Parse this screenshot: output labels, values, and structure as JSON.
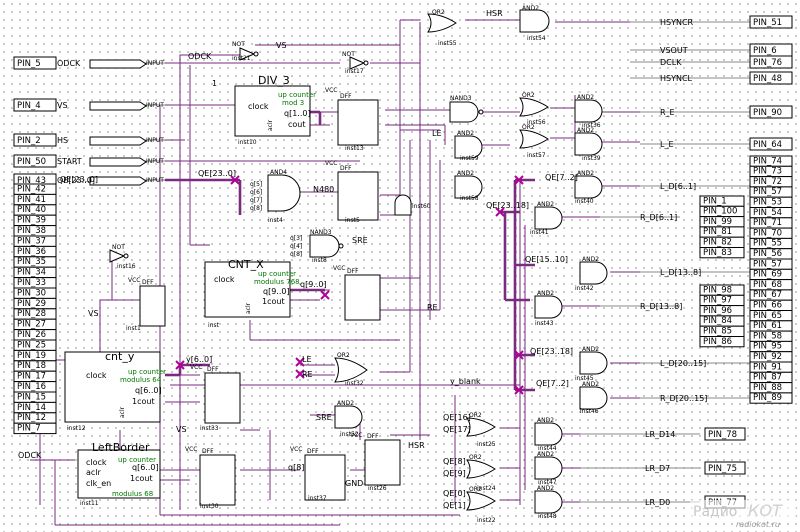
{
  "pins_left": [
    {
      "pin": "PIN_5",
      "sig": "ODCK",
      "io": "INPUT"
    },
    {
      "pin": "PIN_4",
      "sig": "VS",
      "io": "INPUT"
    },
    {
      "pin": "PIN_2",
      "sig": "HS",
      "io": "INPUT"
    },
    {
      "pin": "PIN_50",
      "sig": "START",
      "io": "INPUT"
    },
    {
      "pin": "PIN_43",
      "sig": "QE[23..0]",
      "io": "INPUT"
    }
  ],
  "pins_left_stack": [
    "PIN_42",
    "PIN_41",
    "PIN_40",
    "PIN_39",
    "PIN_38",
    "PIN_37",
    "PIN_36",
    "PIN_35",
    "PIN_34",
    "PIN_33",
    "PIN_30",
    "PIN_29",
    "PIN_28",
    "PIN_27",
    "PIN_26",
    "PIN_25",
    "PIN_19",
    "PIN_18",
    "PIN_17",
    "PIN_16",
    "PIN_15",
    "PIN_14",
    "PIN_12",
    "PIN_7"
  ],
  "outputs_top": [
    {
      "sig": "HSYNCR",
      "pin": "PIN_51"
    },
    {
      "sig": "VSOUT",
      "pin": "PIN_6"
    },
    {
      "sig": "DCLK",
      "pin": "PIN_76"
    },
    {
      "sig": "HSYNCL",
      "pin": "PIN_48"
    },
    {
      "sig": "R_E",
      "pin": "PIN_90"
    },
    {
      "sig": "L_E",
      "pin": "PIN_64"
    }
  ],
  "pins_right_col1": [
    "PIN_74",
    "PIN_73",
    "PIN_72",
    "PIN_57",
    "PIN_53",
    "PIN_54",
    "PIN_71",
    "PIN_70",
    "PIN_55",
    "PIN_56",
    "PIN_57",
    "PIN_69",
    "PIN_68",
    "PIN_67",
    "PIN_66",
    "PIN_65",
    "PIN_61",
    "PIN_58",
    "PIN_95",
    "PIN_92",
    "PIN_91",
    "PIN_87",
    "PIN_88",
    "PIN_89"
  ],
  "pins_rd_group": [
    "PIN_1",
    "PIN_100",
    "PIN_99",
    "PIN_81",
    "PIN_82",
    "PIN_83"
  ],
  "pins_rd2_group": [
    "PIN_98",
    "PIN_97",
    "PIN_96",
    "PIN_84",
    "PIN_85",
    "PIN_86"
  ],
  "bus_outputs": [
    {
      "sig": "L_D[6..1]"
    },
    {
      "sig": "R_D[6..1]"
    },
    {
      "sig": "L_D[13..8]"
    },
    {
      "sig": "R_D[13..8]"
    },
    {
      "sig": "L_D[20..15]"
    },
    {
      "sig": "R_D[20..15]"
    }
  ],
  "lr_outputs": [
    {
      "sig": "LR_D14",
      "pin": "PIN_78"
    },
    {
      "sig": "LR_D7",
      "pin": "PIN_75"
    },
    {
      "sig": "LR_D0",
      "pin": "PIN_77"
    }
  ],
  "blocks": {
    "div3": {
      "title": "DIV_3",
      "sub1": "up counter",
      "sub2": "mod 3",
      "clock": "clock",
      "q": "q[1..0]",
      "aclr": "aclr",
      "cout": "cout",
      "inst": "inst10"
    },
    "cntx": {
      "title": "CNT_X",
      "sub1": "up counter",
      "sub2": "modulus 768",
      "clock": "clock",
      "q": "q[9..0]",
      "aclr": "aclr",
      "cout": "1cout",
      "inst": "inst"
    },
    "cnty": {
      "title": "cnt_y",
      "sub1": "up counter",
      "sub2": "modulus 64",
      "clock": "clock",
      "q": "q[6..0]",
      "aclr": "aclr",
      "cout": "1cout",
      "inst": "inst12"
    },
    "leftb": {
      "title": "LeftBorder",
      "sub1": "up counter",
      "sub2": "modulus 68",
      "clock": "clock",
      "clk_en": "clk_en",
      "q": "q[6..0]",
      "aclr": "aclr",
      "cout": "1cout",
      "inst": "inst11"
    }
  },
  "net_labels": {
    "odck": "ODCK",
    "vs": "VS",
    "hsr": "HSR",
    "n480": "N480",
    "le": "LE",
    "re": "RE",
    "sre": "SRE",
    "qe": "QE[23..0]",
    "q9": "q[9..0]",
    "y6": "y[6..0]",
    "yblank": "y_blank",
    "q8": "q[8]",
    "qe72": "QE[7..2]",
    "qe2318": "QE[23..18]",
    "qe1510": "QE[15..10]",
    "qe16": "QE[16]",
    "qe17": "QE[17]",
    "qe8": "QE[8]",
    "qe9": "QE[9]",
    "qe0": "QE[0]",
    "qe1": "QE[1]",
    "vcc": "VCC",
    "gnd": "GND",
    "one": "1"
  },
  "gate_labels": {
    "or2": "OR2",
    "and2": "AND2",
    "and4": "AND4",
    "nand3": "NAND3",
    "not": "NOT",
    "dff": "DFF"
  },
  "inst_labels": [
    "inst55",
    "inst54",
    "inst17",
    "inst56",
    "inst36",
    "inst57",
    "inst59",
    "inst39",
    "inst58",
    "inst4",
    "inst5",
    "inst13",
    "inst40",
    "inst41",
    "inst42",
    "inst43",
    "inst45",
    "inst46",
    "inst8",
    "inst32",
    "inst52",
    "inst25",
    "inst44",
    "inst24",
    "inst47",
    "inst22",
    "inst48",
    "inst33",
    "inst30",
    "inst37",
    "inst26",
    "inst1",
    "inst16",
    "inst60",
    "inst21"
  ],
  "watermark": {
    "text1": "Радио",
    "text2": "КОТ",
    "url": "radiokot.ru"
  }
}
